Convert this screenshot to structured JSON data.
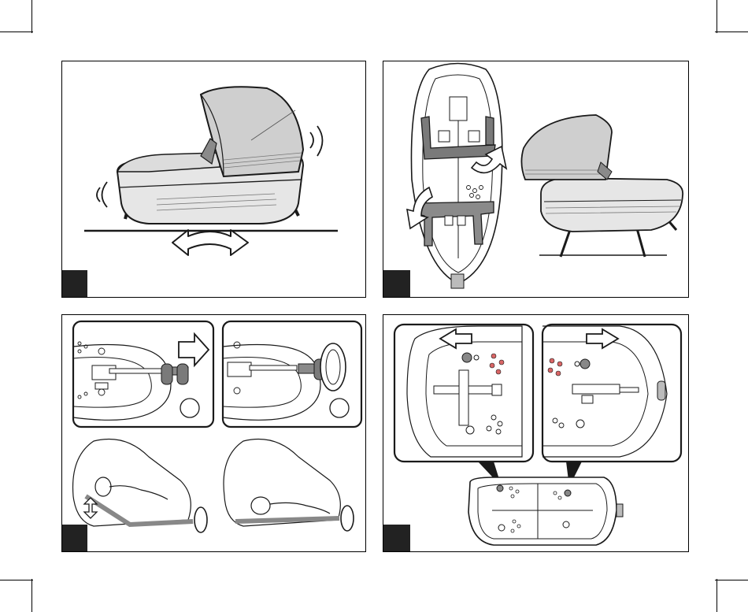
{
  "panels": [
    {
      "id": "rocking",
      "step": ""
    },
    {
      "id": "legs-fold",
      "step": ""
    },
    {
      "id": "backrest-knob",
      "step": ""
    },
    {
      "id": "locks",
      "step": ""
    }
  ],
  "colors": {
    "line": "#1a1a1a",
    "fill_light": "#e6e6e6",
    "fill_mid": "#b8b8b8",
    "fill_dark": "#7a7a7a",
    "badge": "#222222",
    "dot_red": "#d96666"
  },
  "icons": [
    "rocking-arrow-icon",
    "rotate-arrow-icon",
    "push-arrow-icon",
    "sound-wave-icon"
  ]
}
